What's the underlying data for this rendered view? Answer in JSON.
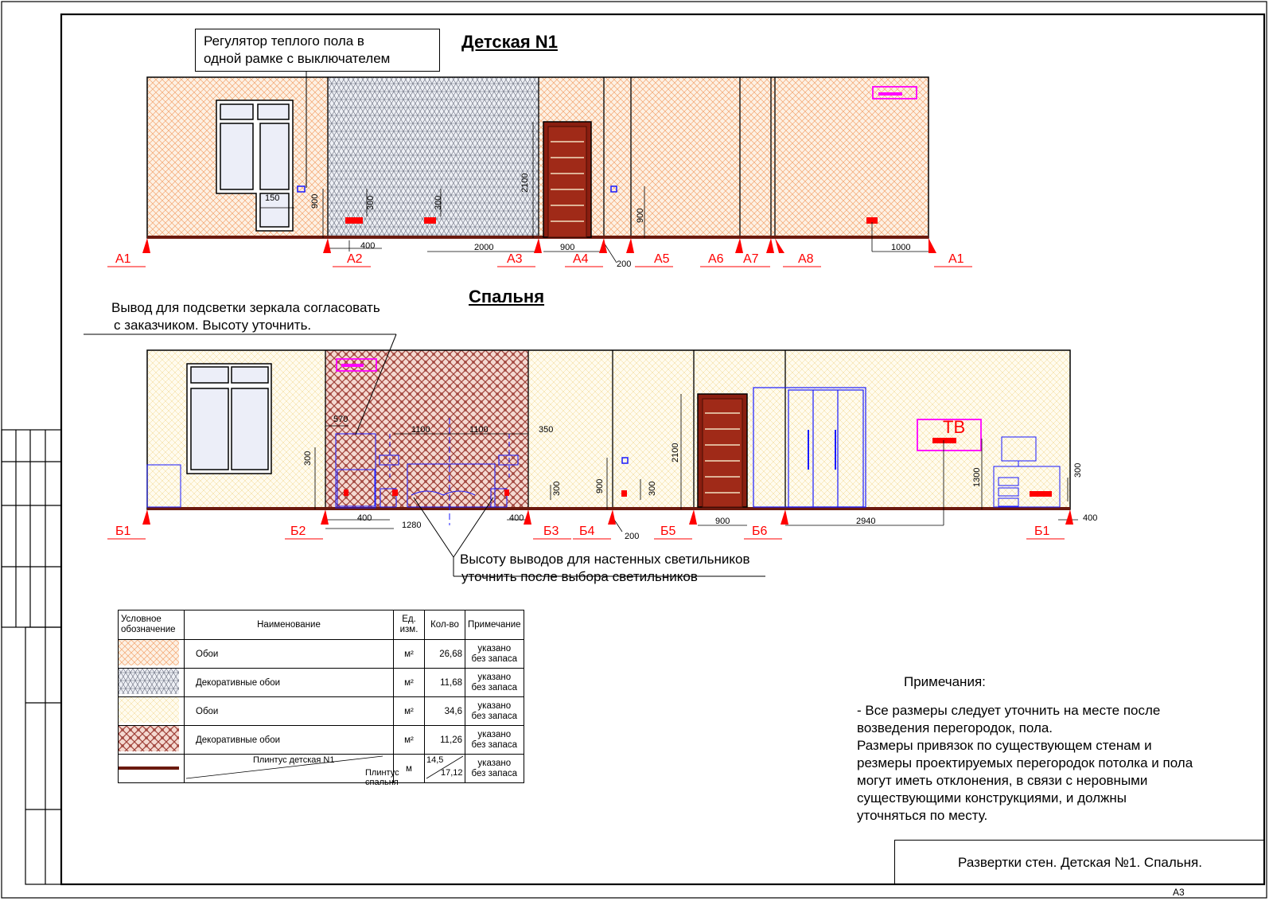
{
  "drawing": {
    "title_kids": "Детская N1",
    "title_bedroom": "Спальня",
    "callout_floor_heating": [
      "Регулятор теплого пола в",
      "одной рамке с выключателем"
    ],
    "callout_mirror_light": [
      "Вывод для подсветки зеркала согласовать",
      "с заказчиком. Высоту уточнить."
    ],
    "callout_wall_lights": [
      "Высоту выводов для настенных светильников",
      "уточнить после выбора светильников"
    ],
    "tv_label": "ТВ",
    "kids_markers": [
      "А1",
      "А2",
      "А3",
      "А4",
      "А5",
      "А6",
      "А7",
      "А8",
      "А1"
    ],
    "bedroom_markers": [
      "Б1",
      "Б2",
      "Б3",
      "Б4",
      "Б5",
      "Б6",
      "Б1"
    ],
    "kids_dims": {
      "d150": "150",
      "d900a": "900",
      "d300a": "300",
      "d300b": "300",
      "d2100": "2100",
      "d400": "400",
      "d2000": "2000",
      "d900b": "900",
      "d200": "200",
      "d900c": "900",
      "d1000": "1000"
    },
    "bedroom_dims": {
      "d570": "570",
      "d1100a": "1100",
      "d1100b": "1100",
      "d350": "350",
      "d300a": "300",
      "d300b": "300",
      "d400a": "400",
      "d1280": "1280",
      "d400b": "400",
      "d900": "900",
      "d300c": "300",
      "d200": "200",
      "d2100": "2100",
      "d900b": "900",
      "d2940": "2940",
      "d1300": "1300",
      "d300d": "300",
      "d400c": "400"
    },
    "colors": {
      "frame": "#000000",
      "wall_orange_hatch": "#f3a56f",
      "wall_yellow_hatch": "#f0d48a",
      "decor_gray": "#6a6f80",
      "decor_brown": "#a0423a",
      "door": "#8a1e10",
      "plinth": "#6b1a0f",
      "marker_red": "#ff0000",
      "furniture_blue": "#1a1aff",
      "ac_magenta": "#ff00ff"
    }
  },
  "legend": {
    "headers": {
      "symbol": [
        "Условное",
        "обозначение"
      ],
      "name": "Наименование",
      "unit": [
        "Ед.",
        "изм."
      ],
      "qty": "Кол-во",
      "note": "Примечание"
    },
    "rows": [
      {
        "name": "Обои",
        "unit": "м²",
        "qty": "26,68",
        "note": [
          "указано",
          "без запаса"
        ]
      },
      {
        "name": "Декоративные обои",
        "unit": "м²",
        "qty": "11,68",
        "note": [
          "указано",
          "без запаса"
        ]
      },
      {
        "name": "Обои",
        "unit": "м²",
        "qty": "34,6",
        "note": [
          "указано",
          "без запаса"
        ]
      },
      {
        "name": "Декоративные обои",
        "unit": "м²",
        "qty": "11,26",
        "note": [
          "указано",
          "без запаса"
        ]
      }
    ],
    "plinth_row": {
      "name_kids": "Плинтус детская N1",
      "name_bedroom": "Плинтус спальня",
      "unit": "м",
      "qty_kids": "14,5",
      "qty_bedroom": "17,12",
      "note": [
        "указано",
        "без запаса"
      ]
    }
  },
  "notes": {
    "heading": "Примечания:",
    "body": "- Все размеры следует уточнить на месте после\nвозведения перегородок, пола.\n  Размеры привязок по существующем стенам и\nрезмеры проектируемых перегородок потолка и пола\nмогут иметь отклонения, в связи с неровными\nсуществующими конструкциями, и должны\nуточняться по месту."
  },
  "stamp": {
    "title": "Развертки стен. Детская №1. Спальня.",
    "sheet_format": "А3"
  }
}
